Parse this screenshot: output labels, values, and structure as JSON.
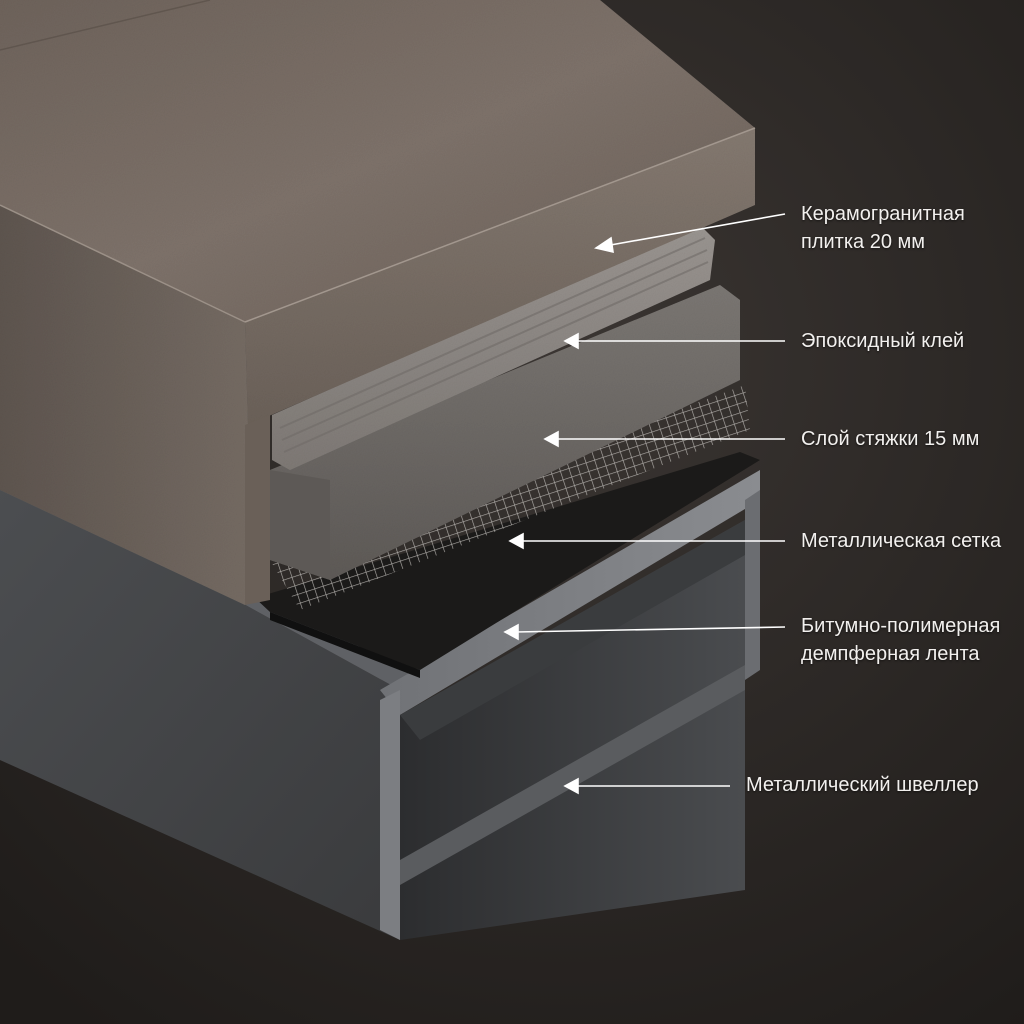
{
  "layers": [
    {
      "id": "tile",
      "lines": [
        "Керамогранитная",
        "плитка 20 мм"
      ]
    },
    {
      "id": "adhesive",
      "lines": [
        "Эпоксидный клей"
      ]
    },
    {
      "id": "screed",
      "lines": [
        "Слой стяжки 15 мм"
      ]
    },
    {
      "id": "mesh",
      "lines": [
        "Металлическая сетка"
      ]
    },
    {
      "id": "tape",
      "lines": [
        "Битумно-полимерная",
        "демпферная лента"
      ]
    },
    {
      "id": "channel",
      "lines": [
        "Металлический швеллер"
      ]
    }
  ],
  "colors": {
    "background": "#2a2624",
    "tile": "#7a6e65",
    "adhesive": "#8d8884",
    "screed": "#6f6b68",
    "mesh": "#b9b6b2",
    "tape": "#181716",
    "channel": "#55575a",
    "label_text": "#f2f0ee",
    "leader_line": "#ffffff"
  }
}
